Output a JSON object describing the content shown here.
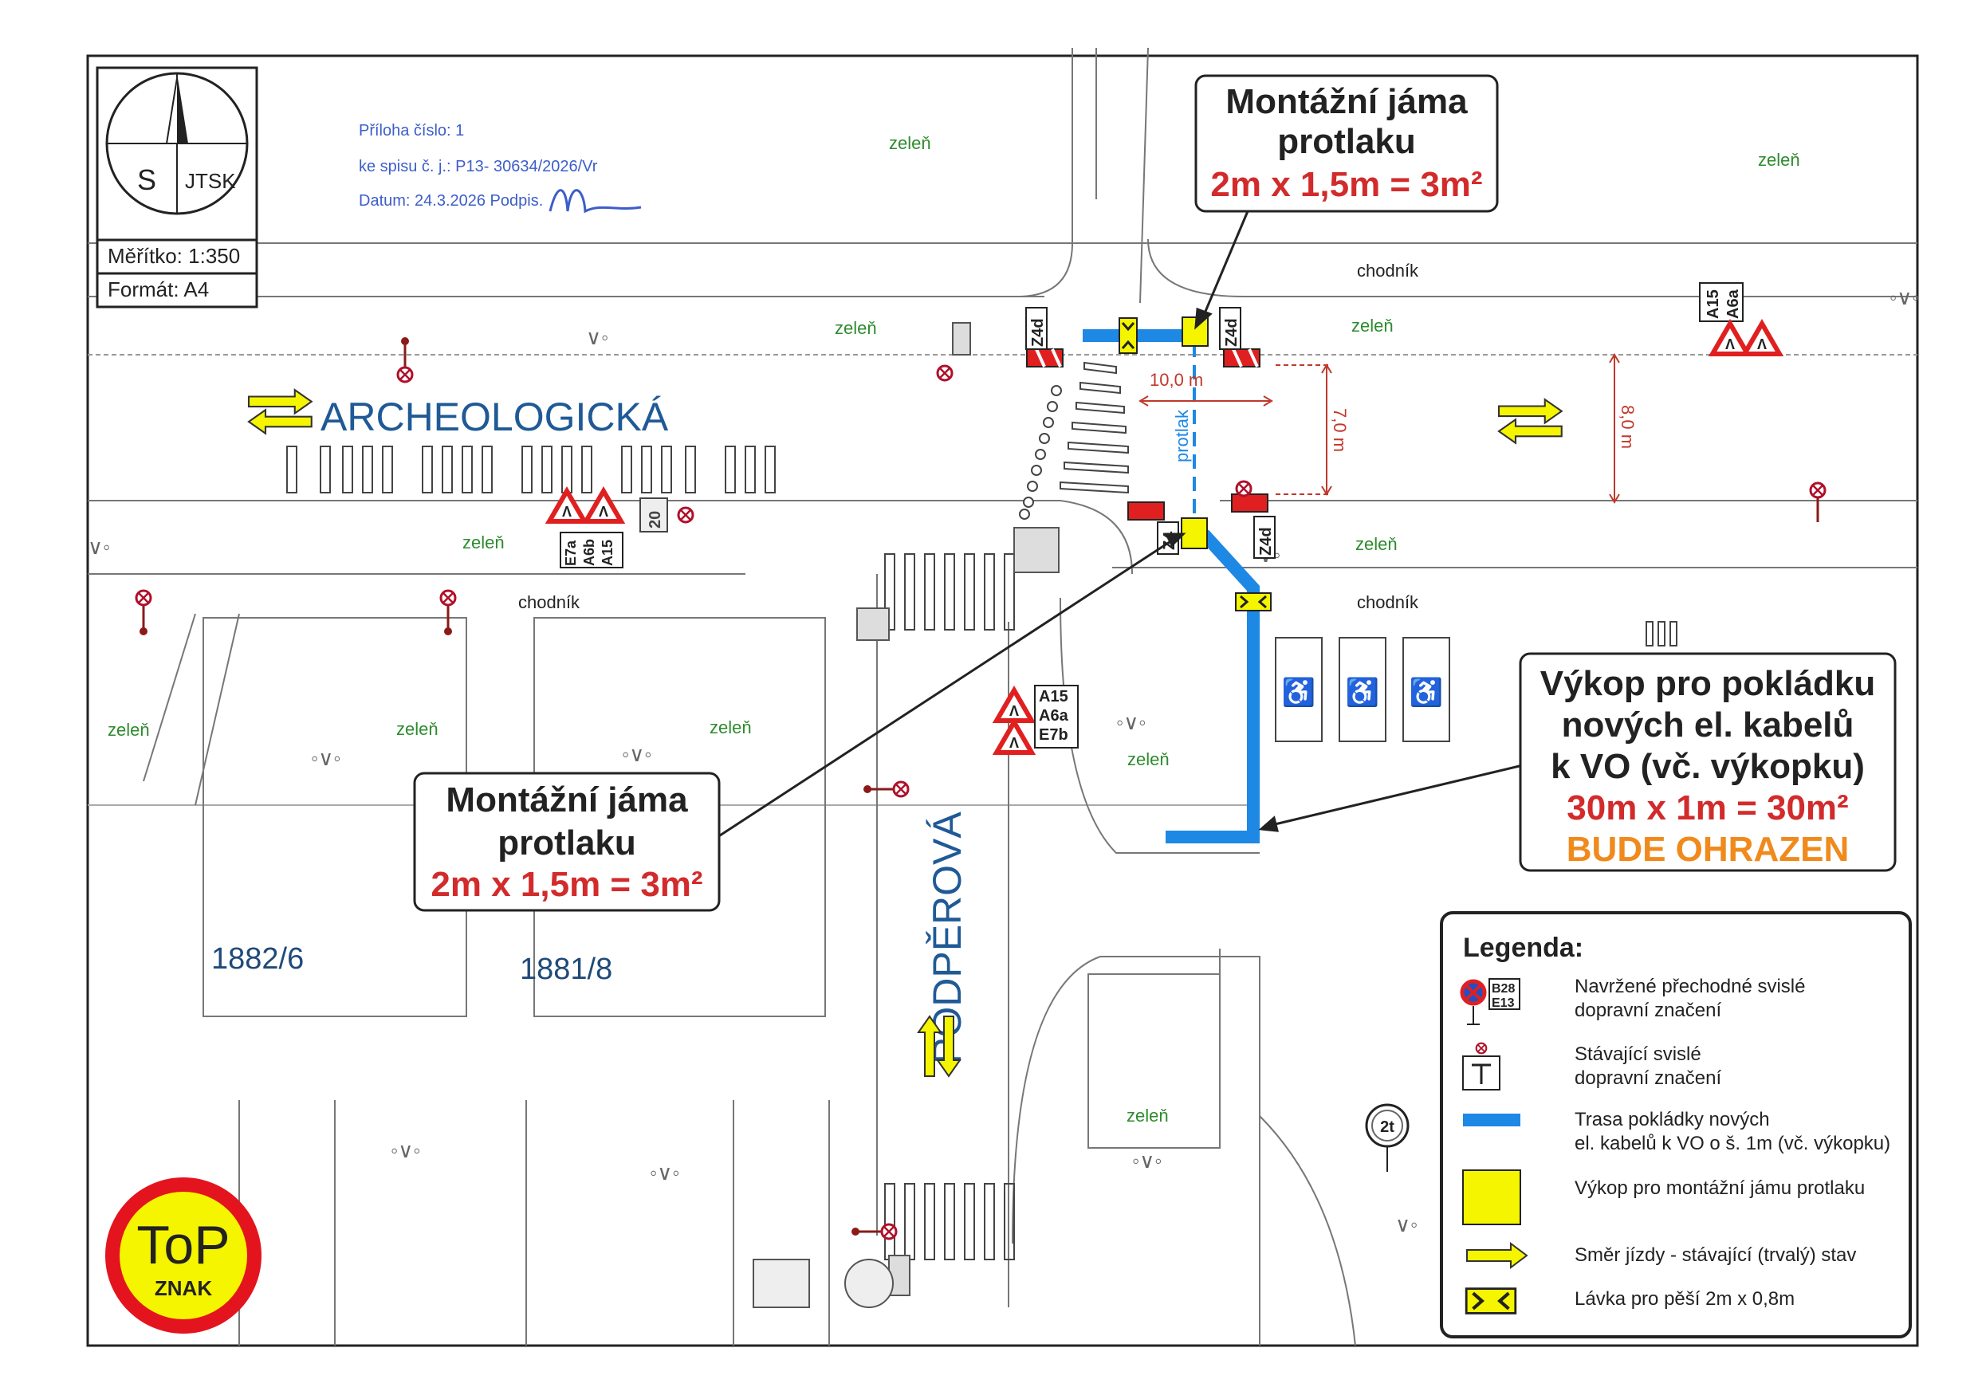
{
  "titleblock": {
    "north_letter": "S",
    "system": "JTSK",
    "scale": "Měřítko: 1:350",
    "format": "Formát: A4"
  },
  "stamp": {
    "line1": "Příloha číslo: 1",
    "line2": "ke spisu č. j.: P13- 30634/2026/Vr",
    "line3": "Datum: 24.3.2026  Podpis."
  },
  "streets": {
    "archeologicka": "ARCHEOLOGICKÁ",
    "podperova": "PODPĚROVÁ"
  },
  "area_labels": {
    "zelen": "zeleň",
    "chodnik": "chodník",
    "protlak": "protlak"
  },
  "parcels": {
    "p1": "1882/6",
    "p2": "1881/8"
  },
  "dimensions": {
    "d1": "10,0 m",
    "d2": "7,0 m",
    "d3": "8,0 m"
  },
  "signs": {
    "z4d": "Z4d",
    "z4": "Z4",
    "a15": "A15",
    "a6a": "A6a",
    "a6b": "A6b",
    "e7a": "E7a",
    "e7b": "E7b",
    "n20": "20",
    "b28": "B28",
    "e13": "E13",
    "w2t": "2t"
  },
  "callout_pit_top": {
    "title": "Montážní jáma protlaku",
    "title_line1": "Montážní jáma",
    "title_line2": "protlaku",
    "size": "2m x 1,5m = 3m²"
  },
  "callout_pit_left": {
    "title_line1": "Montážní jáma",
    "title_line2": "protlaku",
    "size": "2m x 1,5m = 3m²"
  },
  "callout_trench": {
    "line1": "Výkop pro pokládku",
    "line2": "nových el. kabelů",
    "line3": "k VO (vč. výkopku)",
    "size": "30m x 1m = 30m²",
    "note": "BUDE OHRAZEN"
  },
  "legend": {
    "title": "Legenda:",
    "items": [
      {
        "symbol": "sign-new",
        "text1": "Navržené přechodné svislé",
        "text2": "dopravní značení"
      },
      {
        "symbol": "sign-existing",
        "text1": "Stávající svislé",
        "text2": "dopravní značení"
      },
      {
        "symbol": "cable-route",
        "text1": "Trasa pokládky nových",
        "text2": "el. kabelů k VO o š. 1m (vč. výkopku)"
      },
      {
        "symbol": "pit",
        "text1": "Výkop pro montážní jámu protlaku",
        "text2": ""
      },
      {
        "symbol": "direction-arrow",
        "text1": "Směr jízdy - stávající (trvalý) stav",
        "text2": ""
      },
      {
        "symbol": "footbridge",
        "text1": "Lávka pro pěší 2m x 0,8m",
        "text2": ""
      }
    ]
  },
  "logo": {
    "top": "ToP",
    "bottom": "ZNAK"
  },
  "colors": {
    "cable": "#1e88e5",
    "pit": "#f5f500",
    "dim": "#c0392b",
    "street": "#1f5a96",
    "green_text": "#2e8b2e",
    "red_text": "#d22b2b",
    "orange_text": "#f08a1c"
  }
}
